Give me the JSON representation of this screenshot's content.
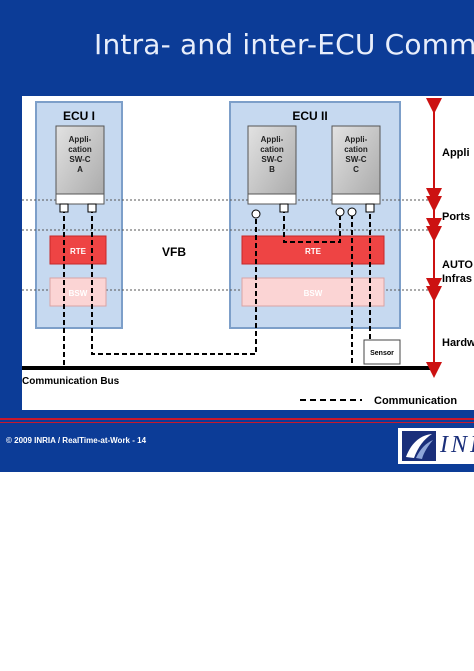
{
  "slide": {
    "title": "Intra- and inter-ECU Communi",
    "footer": "© 2009 INRIA / RealTime-at-Work - 14",
    "logo_text": "INI"
  },
  "diagram": {
    "ecu1": {
      "label": "ECU I",
      "swc_a": [
        "Appli-",
        "cation",
        "SW-C",
        "A"
      ],
      "rte": "RTE",
      "bsw": "BSW"
    },
    "vfb": "VFB",
    "ecu2": {
      "label": "ECU II",
      "swc_b": [
        "Appli-",
        "cation",
        "SW-C",
        "B"
      ],
      "swc_c": [
        "Appli-",
        "cation",
        "SW-C",
        "C"
      ],
      "rte": "RTE",
      "bsw": "BSW"
    },
    "sensor": "Sensor",
    "bus_label": "Communication Bus",
    "legend_label": "Communication",
    "layers": {
      "application": "Appli",
      "ports": "Ports",
      "autosar_line1": "AUTO",
      "autosar_line2": "Infras",
      "hardware": "Hardw"
    },
    "colors": {
      "background": "#0c3c97",
      "ecu_fill": "#c6d9f0",
      "rte": "#ee4444",
      "bsw": "#fbd4d4",
      "swc": "#c8c8c8",
      "arrow": "#cc1111"
    }
  }
}
